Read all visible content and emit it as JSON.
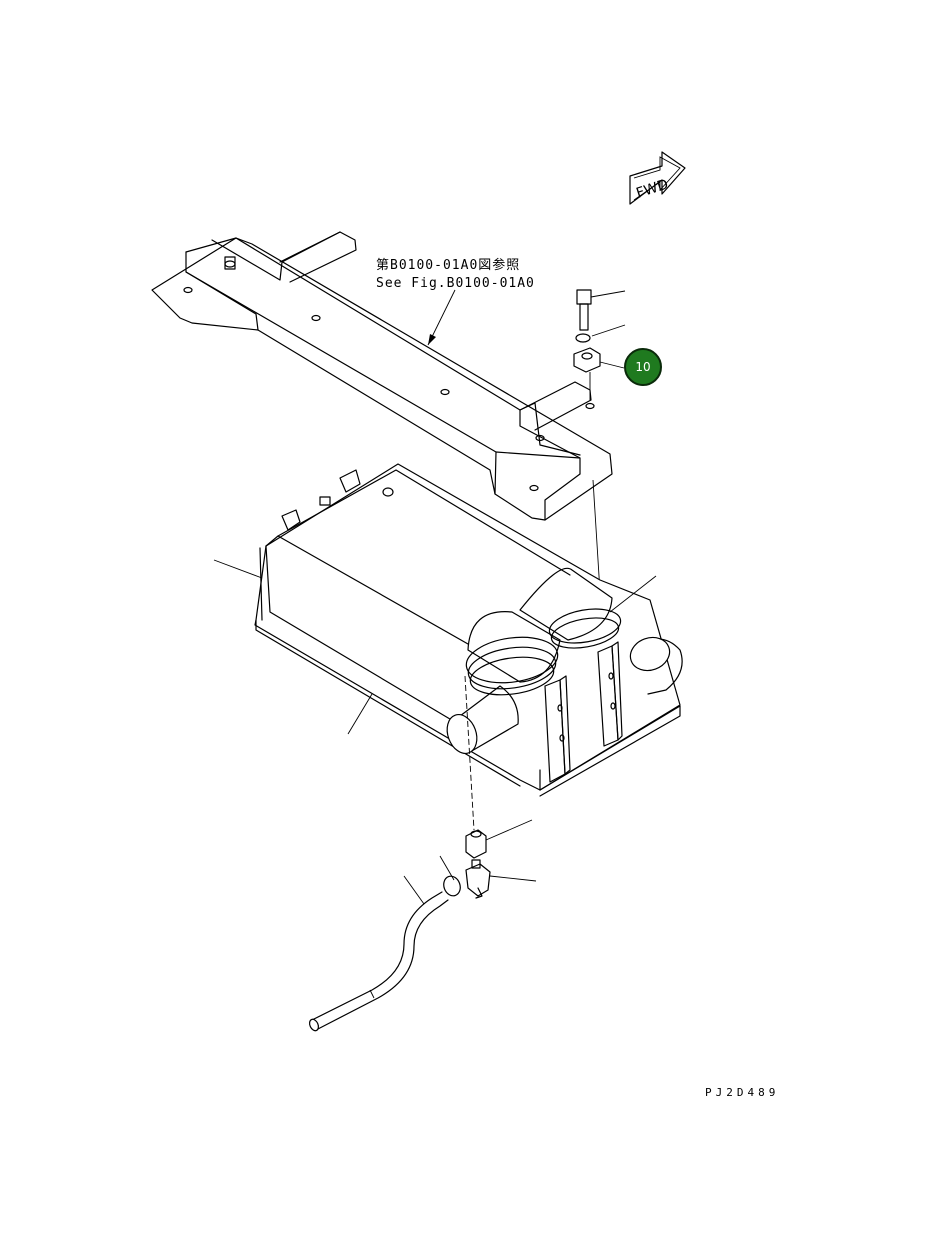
{
  "reference_note": {
    "line_jp": "第B0100-01A0図参照",
    "line_en": "See Fig.B0100-01A0"
  },
  "fwd_label": "FWD",
  "callout": {
    "label": "10",
    "color": "#1f7a1f"
  },
  "drawing_code": "PJ2D489"
}
